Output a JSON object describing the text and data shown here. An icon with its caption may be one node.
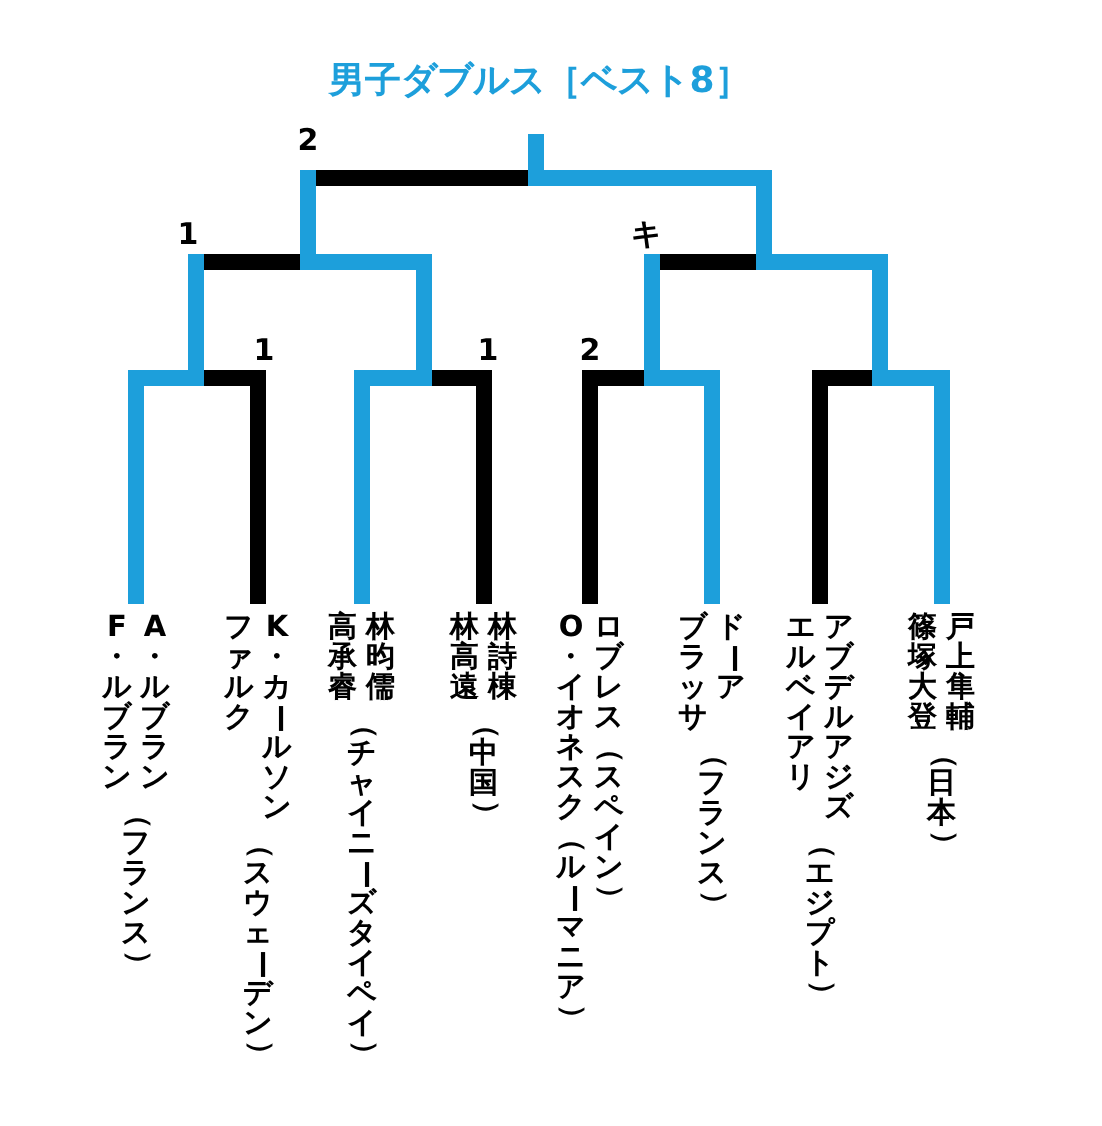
{
  "diagram": {
    "title": "男子ダブルス［ベスト8］",
    "nodes": [
      {
        "text": [
          "F・ルブラン",
          "A・ルブラン",
          "（フランス）"
        ]
      },
      {
        "text": [
          "ファルク",
          "K・カールソン",
          "（スウェーデン）"
        ]
      },
      {
        "text": [
          "高承睿",
          "林昀儒",
          "（チャイニーズタイペイ）"
        ]
      },
      {
        "text": [
          "林高遠",
          "林詩棟",
          "（中国）"
        ]
      },
      {
        "text": [
          "O・イオネスク（ルーマニア）",
          "ロブレス（スペイン）"
        ]
      },
      {
        "text": [
          "ブラッサ",
          "ドーア",
          "（フランス）"
        ]
      },
      {
        "text": [
          "エルベイアリ",
          "アブデルアジズ",
          "（エジプト）"
        ]
      },
      {
        "text": [
          "篠塚大登",
          "戸上隼輔",
          "（日本）"
        ]
      }
    ],
    "edges": [
      {
        "from": 0,
        "to": null,
        "arrow": "none",
        "color": "#1d9fdb"
      },
      {
        "from": 1,
        "to": null,
        "arrow": "none",
        "color": "#000000"
      },
      {
        "from": 2,
        "to": null,
        "arrow": "none",
        "color": "#1d9fdb"
      },
      {
        "from": 3,
        "to": null,
        "arrow": "none",
        "color": "#000000"
      },
      {
        "from": 4,
        "to": null,
        "arrow": "none",
        "color": "#000000"
      },
      {
        "from": 5,
        "to": null,
        "arrow": "none",
        "color": "#1d9fdb"
      },
      {
        "from": 6,
        "to": null,
        "arrow": "none",
        "color": "#000000"
      },
      {
        "from": 7,
        "to": null,
        "arrow": "none",
        "color": "#1d9fdb"
      }
    ],
    "labels": [
      "2",
      "1",
      "キ",
      "1",
      "1",
      "2"
    ]
  }
}
